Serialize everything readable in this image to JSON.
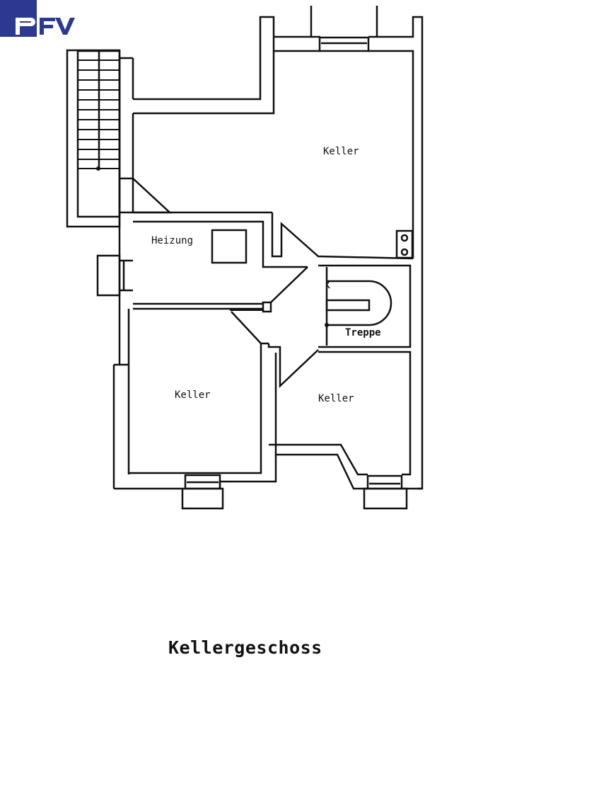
{
  "logo": {
    "text": "PFV",
    "color": "#2b3990"
  },
  "plan": {
    "title": "Kellergeschoss",
    "rooms": [
      {
        "id": "keller-top",
        "label": "Keller"
      },
      {
        "id": "heizung",
        "label": "Heizung"
      },
      {
        "id": "treppe",
        "label": "Treppe"
      },
      {
        "id": "keller-bottom-left",
        "label": "Keller"
      },
      {
        "id": "keller-bottom-right",
        "label": "Keller"
      }
    ]
  },
  "colors": {
    "line": "#111111",
    "background": "#ffffff"
  }
}
